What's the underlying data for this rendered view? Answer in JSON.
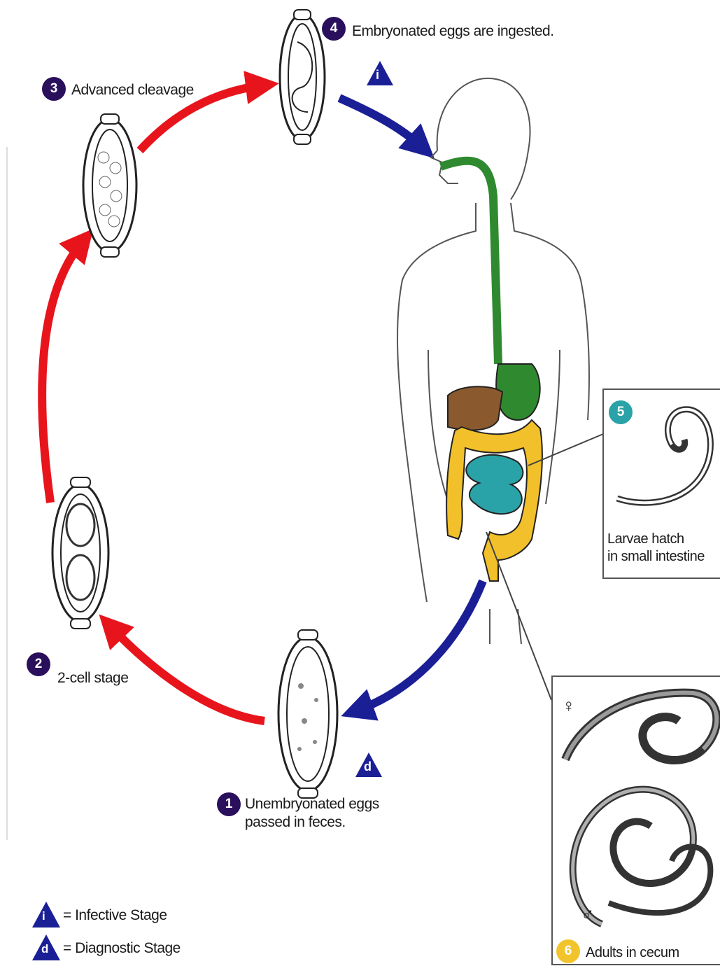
{
  "stages": [
    {
      "number": "1",
      "text": "Unembryonated eggs\npassed in feces."
    },
    {
      "number": "2",
      "text": "2-cell stage"
    },
    {
      "number": "3",
      "text": "Advanced cleavage"
    },
    {
      "number": "4",
      "text": "Embryonated eggs are ingested."
    },
    {
      "number": "5",
      "text": "Larvae hatch\nin small intestine"
    },
    {
      "number": "6",
      "text": "Adults in cecum"
    }
  ],
  "legend": {
    "infective": {
      "symbol": "i",
      "text": "= Infective Stage"
    },
    "diagnostic": {
      "symbol": "d",
      "text": "= Diagnostic Stage"
    }
  },
  "sex_symbols": {
    "female": "♀",
    "male": "♂"
  },
  "colors": {
    "cycle_arrow": "#e8141c",
    "host_arrow": "#1b1f96",
    "badge_purple": "#2a0f5c",
    "badge_teal": "#2aa3a8",
    "badge_gold": "#f2c42c",
    "esophagus": "#2f8a2f",
    "liver": "#8a5a2e",
    "colon": "#f2c02a",
    "small_intestine": "#2aa3a8"
  }
}
